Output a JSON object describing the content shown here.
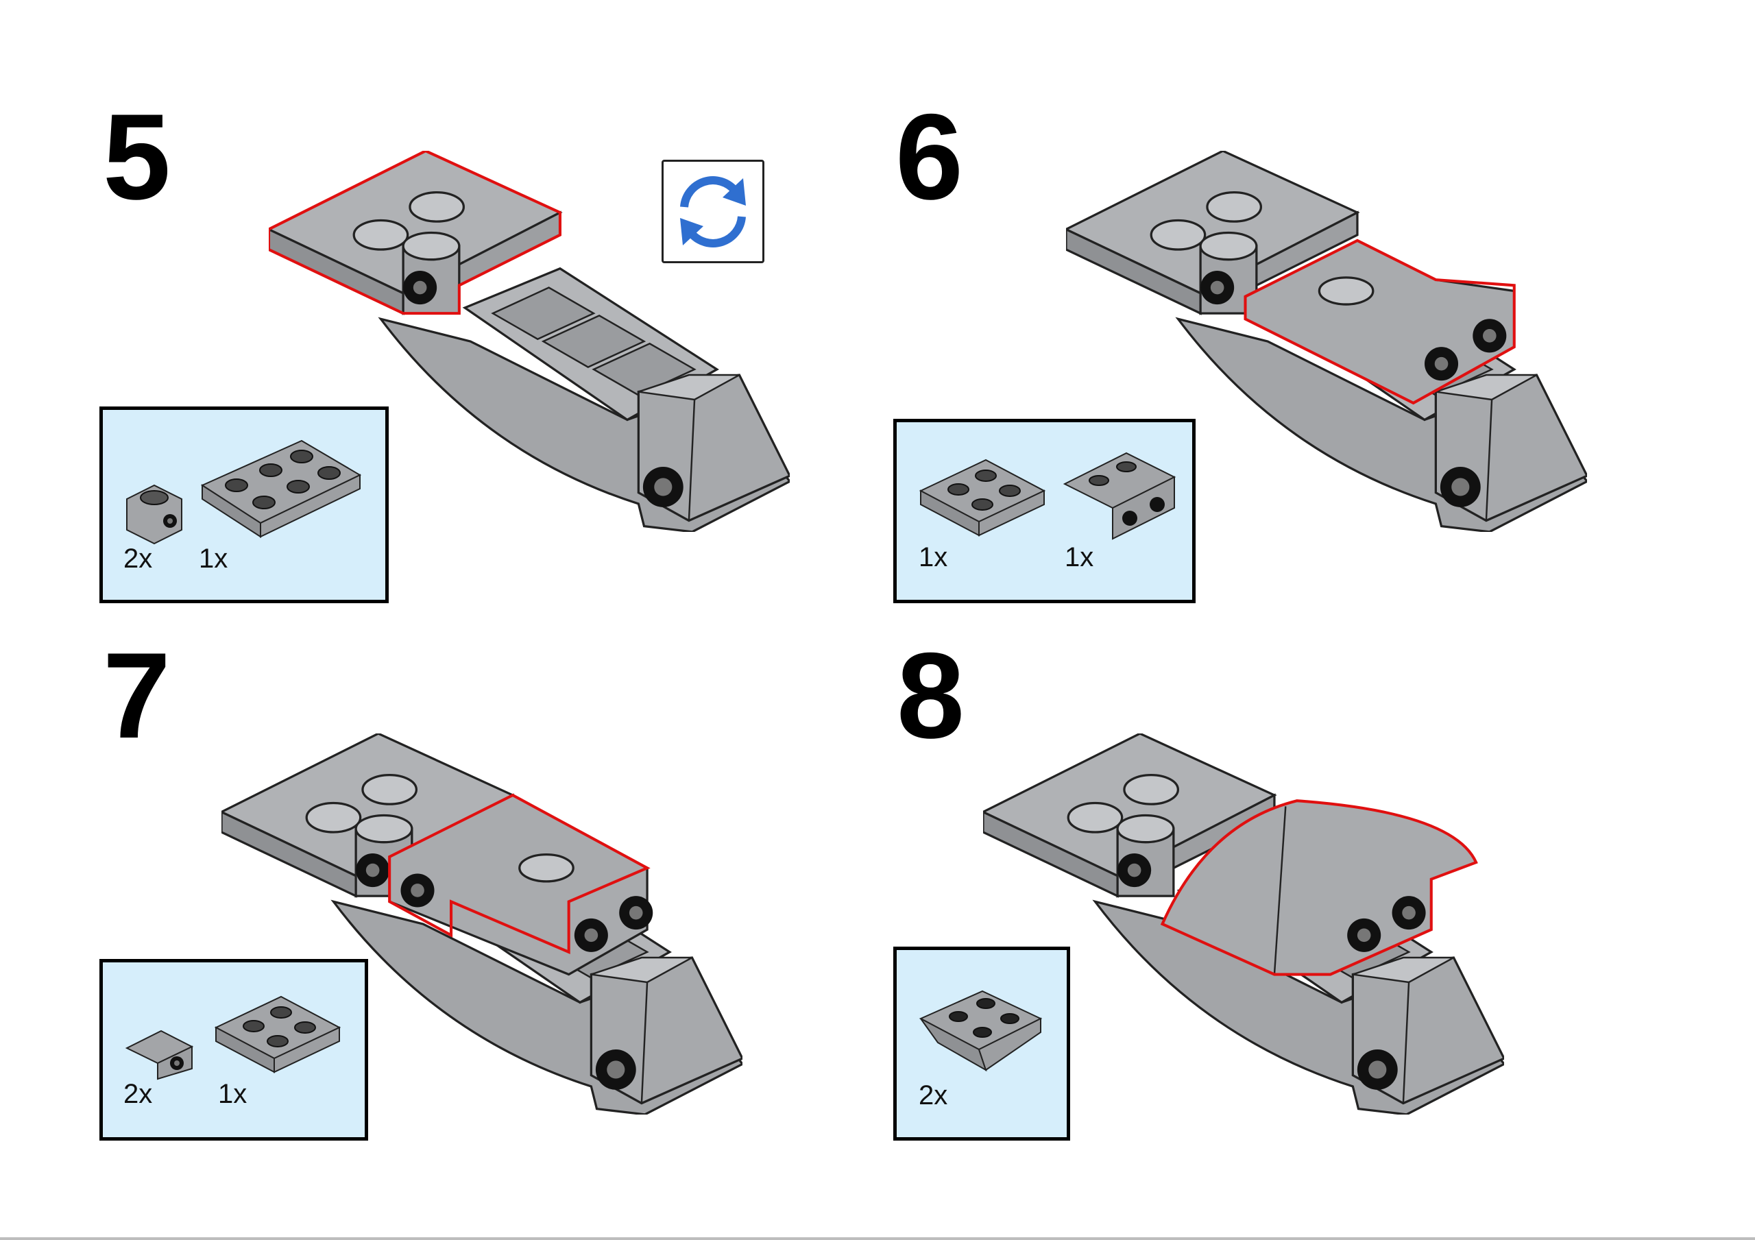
{
  "steps": [
    {
      "number": "5",
      "parts": [
        {
          "qty": "2x",
          "part": "brick-1x1-with-side-stud"
        },
        {
          "qty": "1x",
          "part": "plate-2x3"
        }
      ],
      "has_rotate_icon": true
    },
    {
      "number": "6",
      "parts": [
        {
          "qty": "1x",
          "part": "plate-2x2"
        },
        {
          "qty": "1x",
          "part": "bracket-2x2-with-holes"
        }
      ]
    },
    {
      "number": "7",
      "parts": [
        {
          "qty": "2x",
          "part": "bracket-1x1"
        },
        {
          "qty": "1x",
          "part": "plate-2x2"
        }
      ]
    },
    {
      "number": "8",
      "parts": [
        {
          "qty": "2x",
          "part": "inverted-slope-2x2"
        }
      ]
    }
  ],
  "icons": {
    "rotate": "rotate-model-icon"
  },
  "colors": {
    "highlight": "#e01010",
    "part_gray": "#a3a5a8",
    "parts_box_bg": "#d6eefb",
    "rotate_blue": "#2f6fd0"
  }
}
